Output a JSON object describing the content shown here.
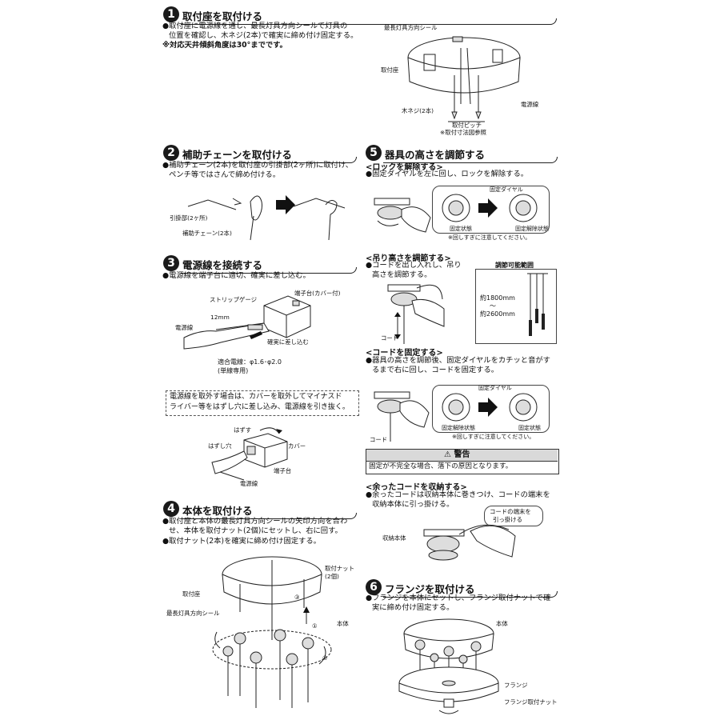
{
  "s1": {
    "num": "1",
    "title": "取付座を取付ける",
    "line1": "●取付座に電源線を通し、最長灯具方向シールで灯具の",
    "line2": "位置を確認し、木ネジ(2本)で確実に締め付け固定する。",
    "note": "※対応天井傾斜角度は30°までです。",
    "label_seal": "最長灯具方向シール",
    "label_mount": "取付座",
    "label_cable": "電源線",
    "label_screw": "木ネジ(2本)",
    "label_pitch1": "取付ピッチ",
    "label_pitch2": "※取付寸法図参照"
  },
  "s2": {
    "num": "2",
    "title": "補助チェーンを取付ける",
    "line1": "●補助チェーン(2本)を取付座の引掛部(2ヶ所)に取付け、",
    "line2": "ペンチ等ではさんで締め付ける。",
    "label_hook": "引掛部(2ヶ所)",
    "label_chain": "補助チェーン(2本)"
  },
  "s3": {
    "num": "3",
    "title": "電源線を接続する",
    "line1": "●電源線を端子台に適切、確実に差し込む。",
    "label_terminal": "端子台(カバー付)",
    "label_gauge": "ストリップゲージ",
    "label_12mm": "12mm",
    "label_cable": "電源線",
    "label_insert": "確実に差し込む",
    "label_wire1": "適合電線：φ1.6･φ2.0",
    "label_wire2": "(単線専用)",
    "remove1": "電源線を取外す場合は、カバーを取外してマイナスド",
    "remove2": "ライバー等をはずし穴に差し込み、電源線を引き抜く。",
    "label_hazusu": "はずす",
    "label_hole": "はずし穴",
    "label_cover": "カバー",
    "label_terminal2": "端子台",
    "label_cable2": "電源線"
  },
  "s4": {
    "num": "4",
    "title": "本体を取付ける",
    "line1": "●取付座と本体の最長灯具方向シールの矢印方向を合わ",
    "line2": "せ、本体を取付ナット(2個)にセットし、右に回す。",
    "line3": "●取付ナット(2本)を確実に締め付け固定する。",
    "label_mount": "取付座",
    "label_nut1": "取付ナット",
    "label_nut2": "(2個)",
    "label_seal": "最長灯具方向シール",
    "label_body": "本体",
    "label_c1": "①",
    "label_c2": "②",
    "label_c3": "③"
  },
  "s5": {
    "num": "5",
    "title": "器具の高さを調節する",
    "sub1": "<ロックを解除する>",
    "lock_line": "●固定ダイヤルを左に回し、ロックを解除する。",
    "label_dial": "固定ダイヤル",
    "label_fixed": "固定状態",
    "label_released": "固定解除状態",
    "note_turn": "※回しすぎに注意してください。",
    "sub2": "<吊り高さを調節する>",
    "hang1": "●コードを出し入れし、吊り",
    "hang2": "高さを調節する。",
    "range_title": "調節可能範囲",
    "range_min": "約1800mm",
    "range_tilde": "〜",
    "range_max": "約2600mm",
    "label_cord": "コード",
    "sub3": "<コードを固定する>",
    "fix1": "●器具の高さを調節後、固定ダイヤルをカチッと音がす",
    "fix2": "るまで右に回し、コードを固定する。",
    "label_dial2": "固定ダイヤル",
    "label_released2": "固定解除状態",
    "label_fixed2": "固定状態",
    "note_turn2": "※回しすぎに注意してください。",
    "label_cord2": "コード",
    "warn_title": "⚠ 警告",
    "warn_text": "固定が不完全な場合、落下の原因となります。",
    "sub4": "<余ったコードを収納する>",
    "store1": "●余ったコードは収納本体に巻きつけ、コードの端末を",
    "store2": "収納本体に引っ掛ける。",
    "label_cordend1": "コードの端末を",
    "label_cordend2": "引っ掛ける",
    "label_storage": "収納本体"
  },
  "s6": {
    "num": "6",
    "title": "フランジを取付ける",
    "line1": "●フランジを本体にセットし、フランジ取付ナットで確",
    "line2": "実に締め付け固定する。",
    "label_body": "本体",
    "label_flange": "フランジ",
    "label_flange_nut": "フランジ取付ナット"
  }
}
